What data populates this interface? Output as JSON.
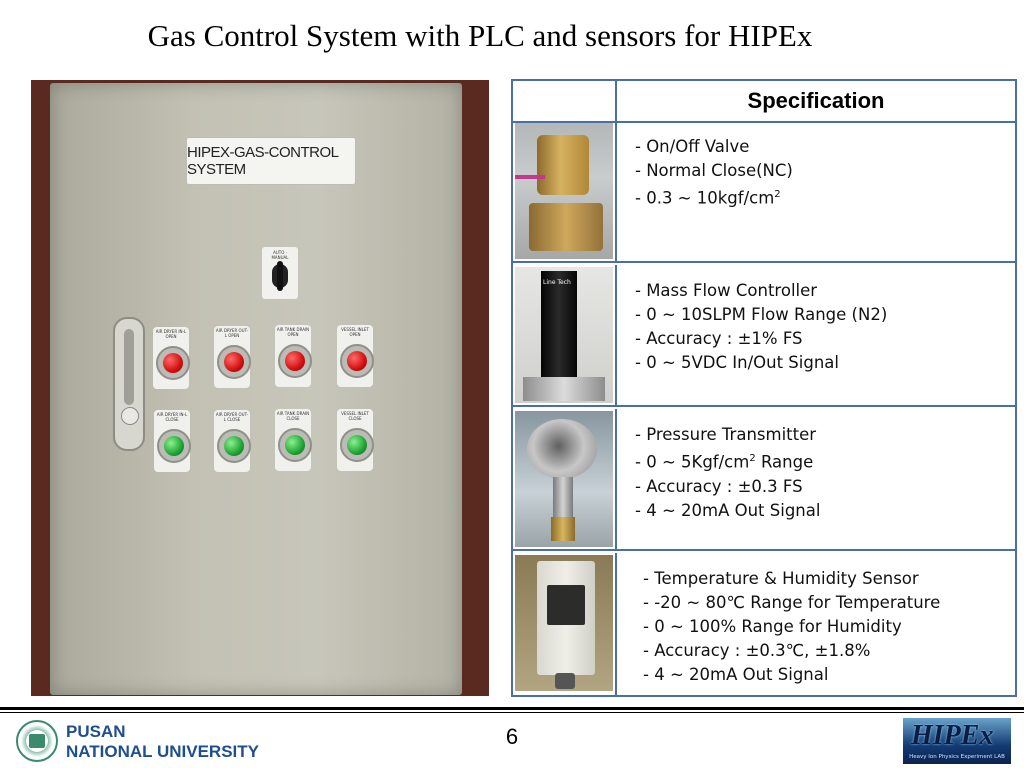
{
  "slide": {
    "title": "Gas Control System with PLC and sensors for HIPEx",
    "page_number": "6"
  },
  "panel_photo": {
    "nameplate": "HIPEX-GAS-CONTROL SYSTEM",
    "switch_tag": "AUTO · MANUAL",
    "lamps": [
      {
        "tag": "AIR DRYER IN-L OPEN",
        "color": "red"
      },
      {
        "tag": "AIR DRYER OUT-L OPEN",
        "color": "red"
      },
      {
        "tag": "AIR TANK DRAIN OPEN",
        "color": "red"
      },
      {
        "tag": "VESSEL INLET OPEN",
        "color": "red"
      },
      {
        "tag": "AIR DRYER IN-L CLOSE",
        "color": "green"
      },
      {
        "tag": "AIR DRYER OUT-L CLOSE",
        "color": "green"
      },
      {
        "tag": "AIR TANK DRAIN CLOSE",
        "color": "green"
      },
      {
        "tag": "VESSEL INLET CLOSE",
        "color": "green"
      }
    ]
  },
  "spec_table": {
    "header": "Specification",
    "rows": [
      {
        "image_label": "solenoid-valve-photo",
        "lines": [
          "- On/Off Valve",
          "- Normal Close(NC)"
        ],
        "range_line": {
          "prefix": "- 0.3 ~ 10kgf/cm",
          "sup": "2",
          "suffix": ""
        }
      },
      {
        "image_label": "mass-flow-controller-photo",
        "device_brand": "Line Tech",
        "lines": [
          "- Mass Flow Controller",
          "- 0 ~ 10SLPM Flow Range (N2)",
          "- Accuracy : ±1% FS",
          "- 0 ~ 5VDC In/Out Signal"
        ]
      },
      {
        "image_label": "pressure-transmitter-photo",
        "line1": "- Pressure Transmitter",
        "range_line": {
          "prefix": "- 0 ~ 5Kgf/cm",
          "sup": "2",
          "suffix": " Range"
        },
        "lines_after": [
          "- Accuracy : ±0.3 FS",
          "- 4 ~ 20mA Out Signal"
        ]
      },
      {
        "image_label": "temperature-humidity-sensor-photo",
        "lines": [
          "- Temperature & Humidity Sensor",
          "- -20 ~ 80℃ Range for Temperature",
          "- 0 ~ 100% Range for Humidity",
          "- Accuracy : ±0.3℃, ±1.8%",
          "- 4 ~ 20mA Out Signal"
        ]
      }
    ]
  },
  "footer": {
    "university_line1": "PUSAN",
    "university_line2": "NATIONAL UNIVERSITY",
    "hipex_logo_text": "HIPEx",
    "hipex_tagline": "Heavy Ion Physics Experiment LAB"
  },
  "colors": {
    "table_border": "#4a6fa5",
    "pnu_blue": "#1f4e8f",
    "lamp_red": "#d21010",
    "lamp_green": "#1ea534"
  }
}
